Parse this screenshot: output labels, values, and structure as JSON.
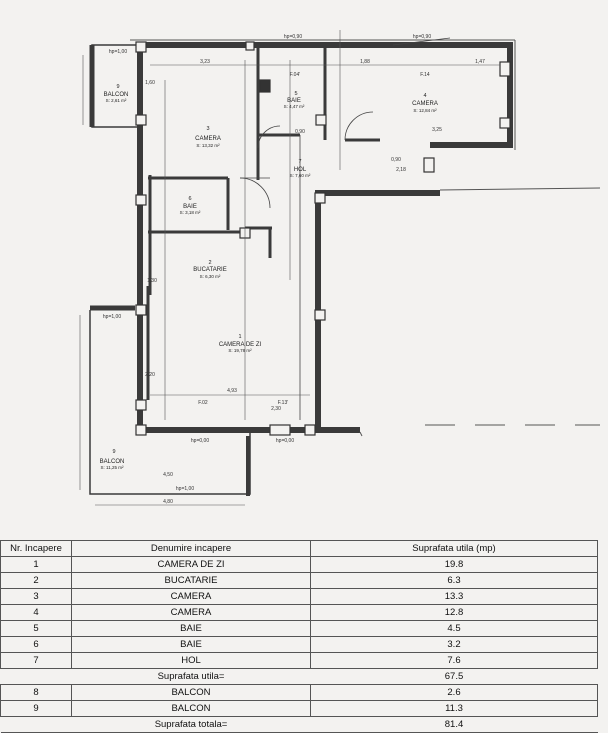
{
  "rooms": [
    {
      "id": "1",
      "label": "CAMERA DE ZI",
      "area_text": "S: 19,78 m²"
    },
    {
      "id": "2",
      "label": "BUCATARIE",
      "area_text": "S: 6,30 m²"
    },
    {
      "id": "3",
      "label": "CAMERA",
      "area_text": "S: 13,32 m²"
    },
    {
      "id": "4",
      "label": "CAMERA",
      "area_text": "S: 12,84 m²"
    },
    {
      "id": "5",
      "label": "BAIE",
      "area_text": "S: 4,47 m²"
    },
    {
      "id": "6",
      "label": "BAIE",
      "area_text": "S: 3,18 m²"
    },
    {
      "id": "7",
      "label": "HOL",
      "area_text": "S: 7,60 m²"
    },
    {
      "id": "8",
      "label": "BALCON",
      "area_text": "S: 2,61 m²"
    },
    {
      "id": "9",
      "label": "BALCON",
      "area_text": "S: 11,25 m²"
    }
  ],
  "plan_marks": {
    "hpa1": "hp=1,00",
    "hpa2": "hp=0,90",
    "hpa3": "hp=0,90",
    "hpa4": "hp=1,00",
    "hpa5": "hp=0,00",
    "hpa6": "hp=0,00",
    "hpa7": "hp=1,00",
    "f04": "F.04'",
    "f14": "F.14",
    "f02": "F.02",
    "f13": "F.13'",
    "d1": "3,23",
    "d2": "1,60",
    "d3": "0,90",
    "d4": "1,88",
    "d5": "1,47",
    "d6": "3,25",
    "d7": "4,93",
    "d8": "2,30",
    "d9": "4,50",
    "d10": "4,80",
    "d11": "0,90",
    "d12": "2,18",
    "d13": "1,30",
    "d14": "2,20"
  },
  "table": {
    "headers": [
      "Nr. Incapere",
      "Denumire incapere",
      "Suprafata utila (mp)"
    ],
    "rows": [
      {
        "nr": "1",
        "name": "CAMERA DE ZI",
        "area": "19.8"
      },
      {
        "nr": "2",
        "name": "BUCATARIE",
        "area": "6.3"
      },
      {
        "nr": "3",
        "name": "CAMERA",
        "area": "13.3"
      },
      {
        "nr": "4",
        "name": "CAMERA",
        "area": "12.8"
      },
      {
        "nr": "5",
        "name": "BAIE",
        "area": "4.5"
      },
      {
        "nr": "6",
        "name": "BAIE",
        "area": "3.2"
      },
      {
        "nr": "7",
        "name": "HOL",
        "area": "7.6"
      }
    ],
    "subtotal_label": "Suprafata utila=",
    "subtotal_value": "67.5",
    "balconies": [
      {
        "nr": "8",
        "name": "BALCON",
        "area": "2.6"
      },
      {
        "nr": "9",
        "name": "BALCON",
        "area": "11.3"
      }
    ],
    "total_label": "Suprafata totala=",
    "total_value": "81.4"
  },
  "colors": {
    "wall": "#3a3a3a",
    "paper": "#f3f2f0",
    "ink": "#222222"
  }
}
